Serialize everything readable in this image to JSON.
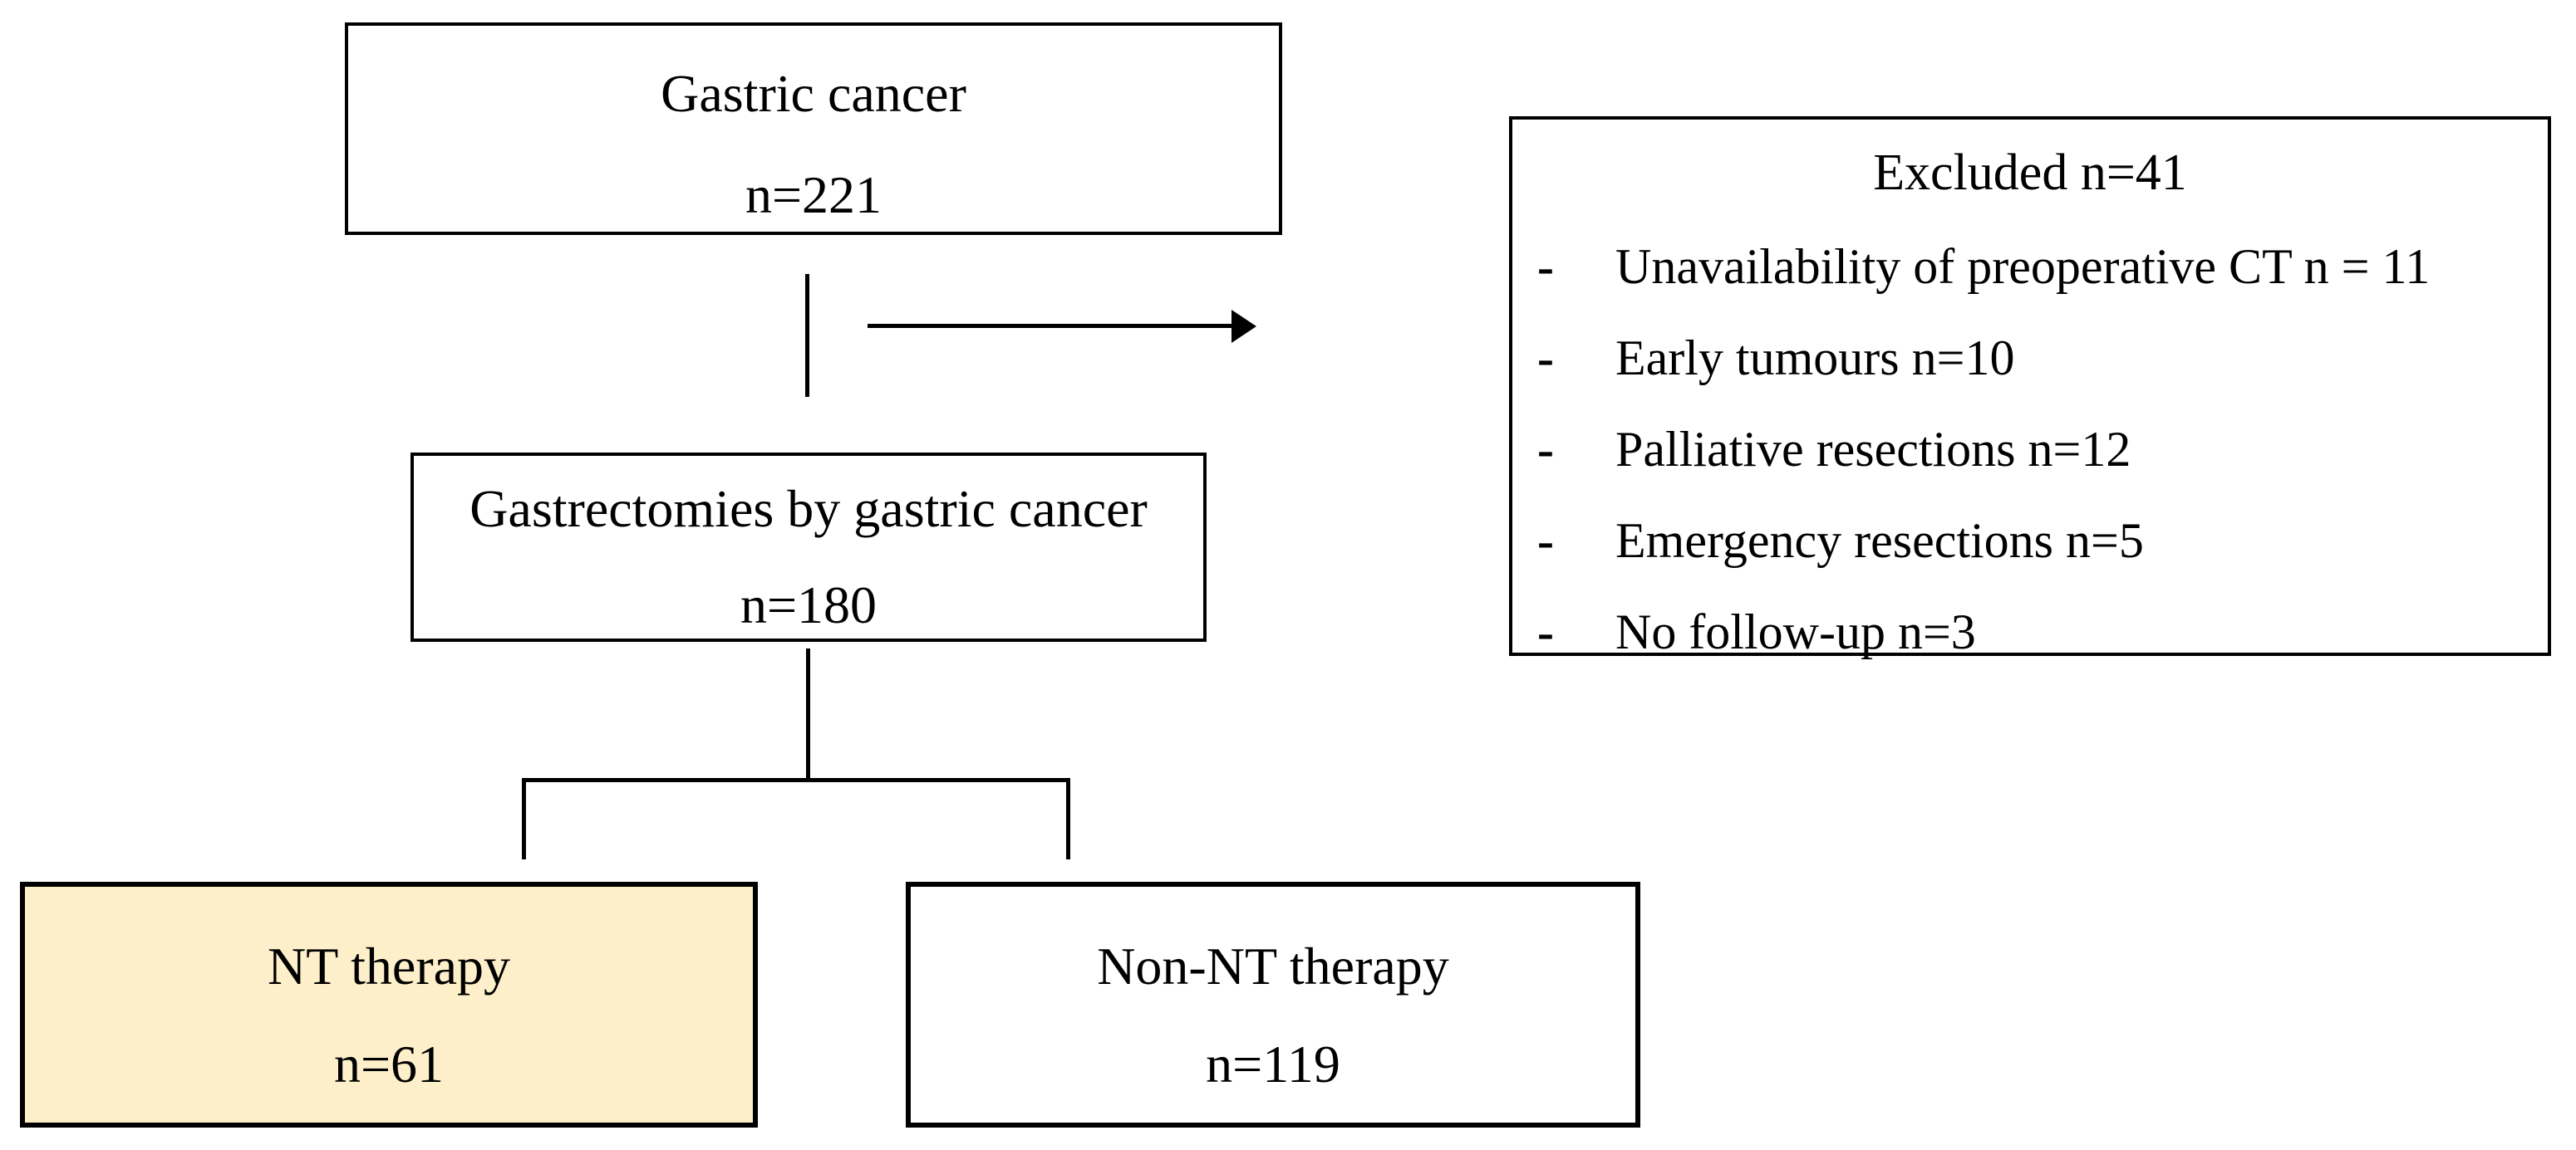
{
  "figure": {
    "background_color": "#ffffff",
    "line_color": "#000000",
    "boxes": {
      "gastric_cancer": {
        "label": "Gastric cancer",
        "count": "n=221"
      },
      "gastrectomies": {
        "label": "Gastrectomies by gastric cancer",
        "count": "n=180"
      },
      "excluded": {
        "title": "Excluded n=41",
        "bullet_char": "-",
        "items": [
          {
            "text": "Unavailability of preoperative CT n = 11"
          },
          {
            "text": "Early tumours n=10"
          },
          {
            "text": "Palliative resections n=12"
          },
          {
            "text": "Emergency resections n=5"
          },
          {
            "text": "No follow-up n=3"
          }
        ]
      },
      "nt_therapy": {
        "label": "NT therapy",
        "count": "n=61",
        "highlight_color": "#FDEFC9"
      },
      "non_nt_therapy": {
        "label": "Non-NT therapy",
        "count": "n=119"
      }
    }
  }
}
